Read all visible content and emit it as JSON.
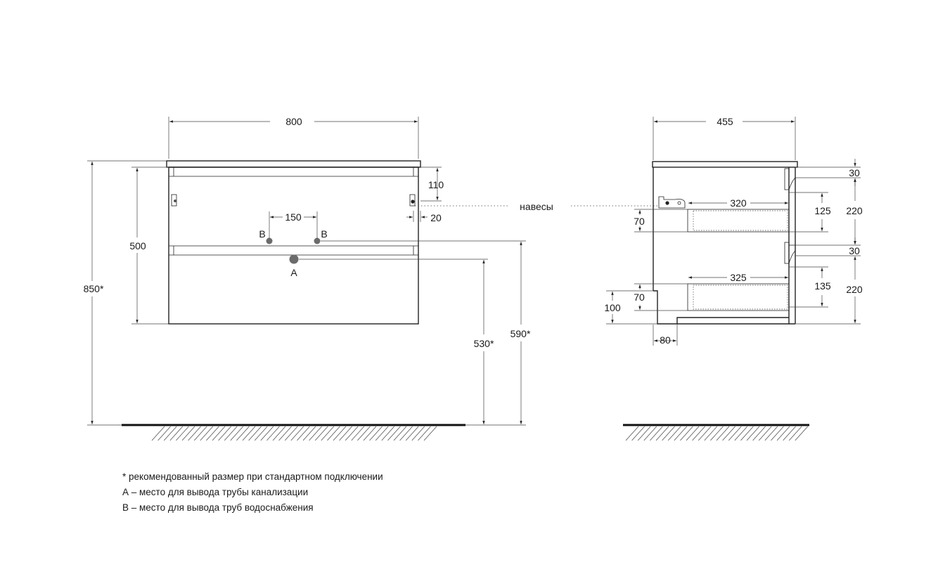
{
  "front_view": {
    "width": "800",
    "total_height": "850*",
    "cabinet_height": "500",
    "top_offset": "110",
    "hinge_offset": "20",
    "pipe_spacing": "150",
    "drain_height": "530*",
    "supply_height": "590*",
    "supply_label_left": "B",
    "supply_label_right": "B",
    "drain_label": "A"
  },
  "side_view": {
    "depth": "455",
    "drawer1_depth": "320",
    "drawer2_depth": "325",
    "gap_top_1": "30",
    "gap_top_2": "30",
    "drawer1_height": "125",
    "drawer2_height": "135",
    "front_height_1": "220",
    "front_height_2": "220",
    "drawer_offset_1": "70",
    "drawer_offset_2": "70",
    "cutout_height": "100",
    "cutout_depth": "80"
  },
  "hinges_label": "навесы",
  "notes": [
    "* рекомендованный размер при стандартном подключении",
    "А – место для вывода трубы канализации",
    "В – место для вывода труб водоснабжения"
  ],
  "colors": {
    "line": "#222222",
    "floor": "#111111",
    "pipe": "#6b6b6b"
  }
}
